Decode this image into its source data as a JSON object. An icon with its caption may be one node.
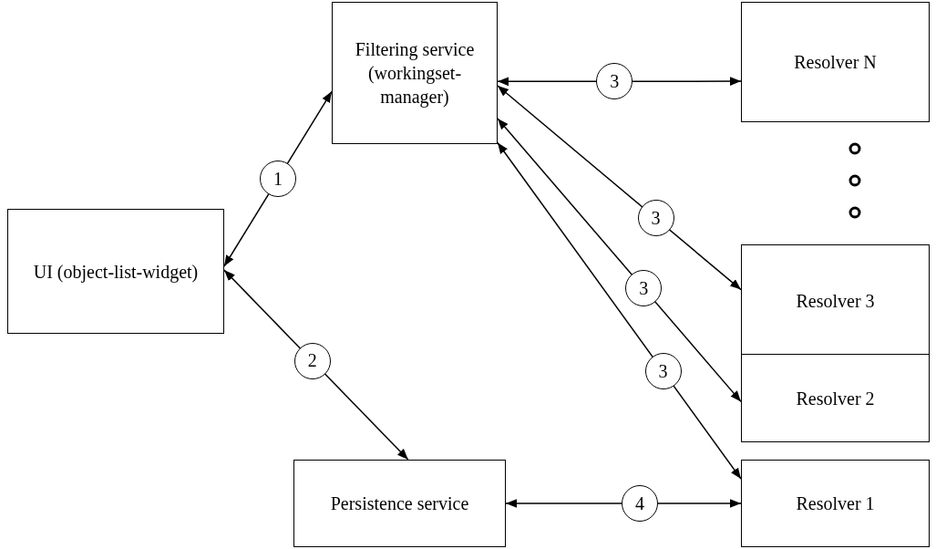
{
  "diagram": {
    "nodes": [
      {
        "text": [
          "Filtering service (workingset-manager)"
        ]
      },
      {
        "text": [
          "Resolver N"
        ]
      },
      {
        "text": [
          "UI (object-list-widget)"
        ]
      },
      {
        "text": [
          "Resolver 3"
        ]
      },
      {
        "text": [
          "Resolver 2"
        ]
      },
      {
        "text": [
          "Persistence service"
        ]
      },
      {
        "text": [
          "Resolver 1"
        ]
      }
    ],
    "edges": [
      {
        "from": 2,
        "to": 0,
        "arrow": "both",
        "label": "1"
      },
      {
        "from": 2,
        "to": 5,
        "arrow": "both",
        "label": "2"
      },
      {
        "from": 0,
        "to": 1,
        "arrow": "both",
        "label": "3"
      },
      {
        "from": 0,
        "to": 3,
        "arrow": "both",
        "label": "3"
      },
      {
        "from": 0,
        "to": 4,
        "arrow": "both",
        "label": "3"
      },
      {
        "from": 0,
        "to": 6,
        "arrow": "both",
        "label": "3"
      },
      {
        "from": 5,
        "to": 6,
        "arrow": "both",
        "label": "4"
      }
    ]
  }
}
